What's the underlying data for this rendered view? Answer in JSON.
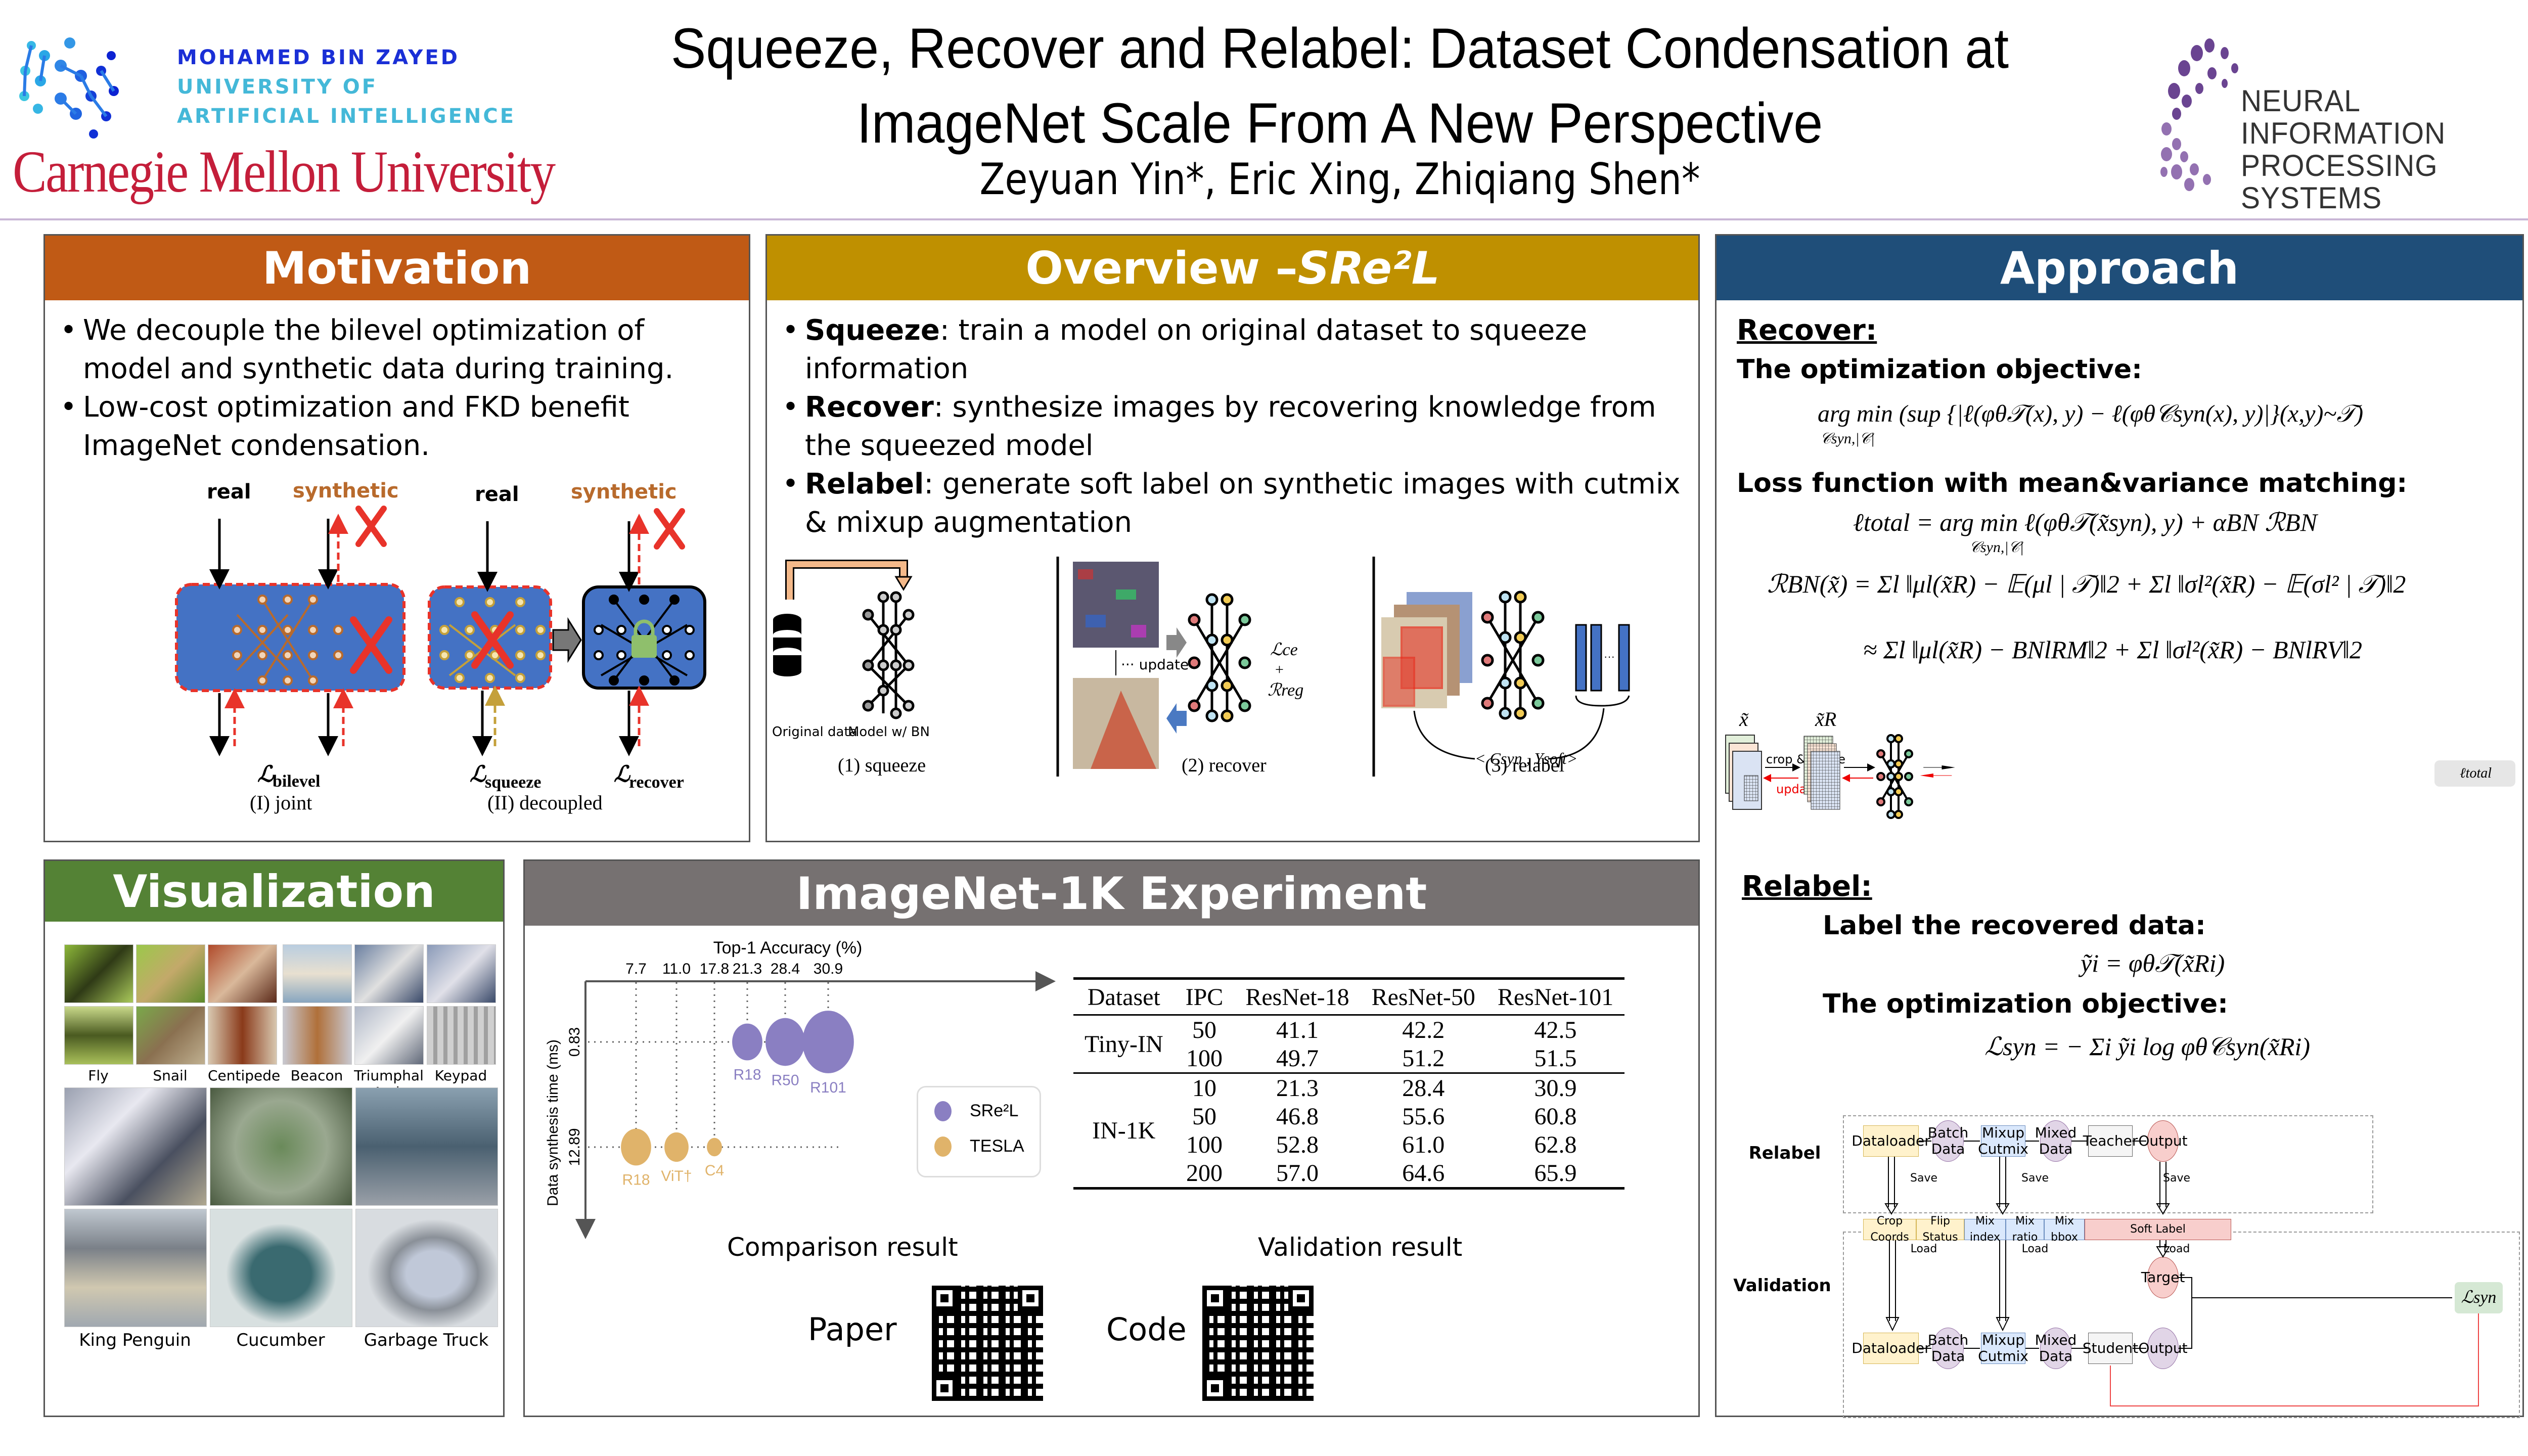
{
  "header": {
    "title_line1": "Squeeze, Recover and Relabel: Dataset Condensation at",
    "title_line2": "ImageNet Scale From A New Perspective",
    "authors": "Zeyuan Yin*, Eric Xing, Zhiqiang Shen*",
    "logos": {
      "mbzuai_line1": "MOHAMED BIN ZAYED",
      "mbzuai_line2": "UNIVERSITY OF",
      "mbzuai_line3": "ARTIFICIAL INTELLIGENCE",
      "cmu": "Carnegie Mellon University",
      "neurips_line1": "NEURAL INFORMATION",
      "neurips_line2": "PROCESSING SYSTEMS"
    }
  },
  "colors": {
    "motivation": "#c05a15",
    "overview": "#bf9000",
    "approach": "#1f4e79",
    "visualization": "#548235",
    "experiment": "#767171",
    "sre2l": "#8a7fc2",
    "tesla": "#e0b36a",
    "cmu_red": "#c41e3a"
  },
  "motivation": {
    "heading": "Motivation",
    "bullets": [
      "We decouple the bilevel optimization of model and synthetic data during training.",
      "Low-cost optimization and FKD benefit ImageNet condensation."
    ],
    "figure": {
      "real": "real",
      "synthetic": "synthetic",
      "loss_bilevel": "ℒ",
      "loss_bilevel_sub": "bilevel",
      "loss_squeeze_sub": "squeeze",
      "loss_recover_sub": "recover",
      "caption_joint": "(I) joint",
      "caption_decoupled": "(II) decoupled"
    }
  },
  "overview": {
    "heading": "Overview – ",
    "heading_em": "SRe²L",
    "bullets": [
      {
        "bold": "Squeeze",
        "text": ": train a model on original dataset to squeeze information"
      },
      {
        "bold": "Recover",
        "text": ": synthesize images by recovering knowledge from the squeezed model"
      },
      {
        "bold": "Relabel",
        "text": ": generate soft label on synthetic images with cutmix & mixup augmentation"
      }
    ],
    "figure": {
      "original_data": "Original data",
      "model_bn": "Model w/ BN",
      "update": "··· update",
      "loss_ce": "ℒce",
      "plus": "+",
      "reg": "ℛreg",
      "pair": "< Csyn , Ysoft>",
      "step1": "(1) squeeze",
      "step2": "(2) recover",
      "step3": "(3) relabel",
      "dots": "···"
    }
  },
  "approach": {
    "heading": "Approach",
    "recover_title": "Recover:",
    "objective_label": "The optimization objective:",
    "objective_eq": "arg min (sup {|ℓ(φθ𝒯(x), y) − ℓ(φθ𝒞syn(x), y)|}(x,y)~𝒯)",
    "objective_under": "𝒞syn,|𝒞|",
    "loss_label": "Loss function with mean&variance matching:",
    "ltotal_eq": "ℓtotal = arg min ℓ(φθ𝒯(x̃syn), y) + αBN ℛBN",
    "ltotal_under": "𝒞syn,|𝒞|",
    "rbn_eq": "ℛBN(x̃) = Σl ‖μl(x̃R) − 𝔼(μl | 𝒯)‖2 + Σl ‖σl²(x̃R) − 𝔼(σl² | 𝒯)‖2",
    "rbn_approx": "≈ Σl ‖μl(x̃R) − BNlRM‖2 + Σl ‖σl²(x̃R) − BNlRV‖2",
    "diagram": {
      "x_tilde": "x̃",
      "x_tilde_r": "x̃R",
      "crop_resize": "crop & resize",
      "update": "update",
      "ltotal": "ℓtotal"
    },
    "relabel_title": "Relabel:",
    "label_recovered": "Label the recovered data:",
    "label_eq": "ỹi = φθ𝒯(x̃Ri)",
    "objective2_label": "The optimization objective:",
    "lsyn_eq": "ℒsyn = − Σi ỹi log φθ𝒞syn(x̃Ri)",
    "flow": {
      "row_relabel": "Relabel",
      "row_validation": "Validation",
      "dataloader": "Dataloader",
      "batch_data": "Batch Data",
      "mixup_cutmix": "Mixup Cutmix",
      "mixed_data": "Mixed Data",
      "teacher": "Teacher",
      "output": "Output",
      "student": "Student",
      "target": "Target",
      "lsyn": "ℒsyn",
      "save": "Save",
      "load": "Load",
      "storage": [
        "Crop Coords",
        "Flip Status",
        "Mix index",
        "Mix ratio",
        "Mix bbox",
        "Soft Label"
      ]
    }
  },
  "visualization": {
    "heading": "Visualization",
    "small_labels": [
      "Fly",
      "Snail",
      "Centipede",
      "Beacon",
      "Triumphal Arch",
      "Keypad"
    ],
    "large_labels": [
      "King Penguin",
      "Cucumber",
      "Garbage Truck"
    ]
  },
  "experiment": {
    "heading": "ImageNet-1K Experiment",
    "comparison_caption": "Comparison result",
    "validation_caption": "Validation result",
    "paper_label": "Paper",
    "code_label": "Code",
    "table": {
      "headers": [
        "Dataset",
        "IPC",
        "ResNet-18",
        "ResNet-50",
        "ResNet-101"
      ],
      "groups": [
        {
          "dataset": "Tiny-IN",
          "rows": [
            [
              "50",
              "41.1",
              "42.2",
              "42.5"
            ],
            [
              "100",
              "49.7",
              "51.2",
              "51.5"
            ]
          ]
        },
        {
          "dataset": "IN-1K",
          "rows": [
            [
              "10",
              "21.3",
              "28.4",
              "30.9"
            ],
            [
              "50",
              "46.8",
              "55.6",
              "60.8"
            ],
            [
              "100",
              "52.8",
              "61.0",
              "62.8"
            ],
            [
              "200",
              "57.0",
              "64.6",
              "65.9"
            ]
          ]
        }
      ]
    }
  },
  "chart_data": {
    "type": "scatter",
    "title": "",
    "xlabel": "Top-1  Accuracy (%)",
    "ylabel": "Data synthesis time (ms)",
    "x_ticks": [
      "7.7",
      "11.0",
      "17.8",
      "21.3",
      "28.4",
      "30.9"
    ],
    "y_ticks": [
      "0.83",
      "12.89"
    ],
    "legend": [
      "SRe²L",
      "TESLA"
    ],
    "legend_position": "bottom-right",
    "series": [
      {
        "name": "SRe²L",
        "points": [
          {
            "label": "R18",
            "x": 21.3,
            "y": 0.83,
            "size": 1.0
          },
          {
            "label": "R50",
            "x": 28.4,
            "y": 0.83,
            "size": 1.3
          },
          {
            "label": "R101",
            "x": 30.9,
            "y": 0.83,
            "size": 1.7
          }
        ]
      },
      {
        "name": "TESLA",
        "points": [
          {
            "label": "R18",
            "x": 7.7,
            "y": 12.89,
            "size": 1.0
          },
          {
            "label": "ViT†",
            "x": 11.0,
            "y": 12.89,
            "size": 0.8
          },
          {
            "label": "C4",
            "x": 17.8,
            "y": 12.89,
            "size": 0.5
          }
        ]
      }
    ]
  }
}
